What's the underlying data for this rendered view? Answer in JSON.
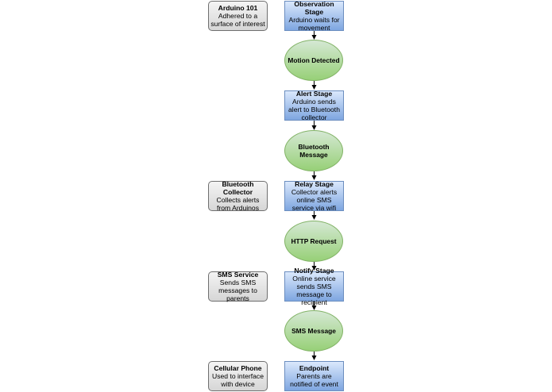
{
  "left_boxes": [
    {
      "title": "Arduino 101",
      "desc": "Adhered to a surface of interest"
    },
    {
      "title": "Bluetooth Collector",
      "desc": "Collects alerts from Arduinos"
    },
    {
      "title": "SMS Service",
      "desc": "Sends SMS messages to parents"
    },
    {
      "title": "Cellular Phone",
      "desc": "Used to interface with device"
    }
  ],
  "stages": [
    {
      "title": "Observation Stage",
      "desc": "Arduino waits for movement"
    },
    {
      "title": "Alert Stage",
      "desc": "Arduino sends alert to Bluetooth collector"
    },
    {
      "title": "Relay Stage",
      "desc": "Collector alerts online SMS service via wifi"
    },
    {
      "title": "Notify Stage",
      "desc": "Online service sends SMS message to recipient"
    },
    {
      "title": "Endpoint",
      "desc": "Parents are notified of event"
    }
  ],
  "events": [
    {
      "label": "Motion Detected"
    },
    {
      "label": "Bluetooth Message"
    },
    {
      "label": "HTTP Request"
    },
    {
      "label": "SMS Message"
    }
  ],
  "colors": {
    "stage_fill_top": "#dae8fc",
    "stage_fill_bottom": "#7ea6e0",
    "event_fill_top": "#d5e8d4",
    "event_fill_bottom": "#97d077",
    "actor_fill_top": "#f4f4f4",
    "actor_fill_bottom": "#d6d6d6"
  }
}
